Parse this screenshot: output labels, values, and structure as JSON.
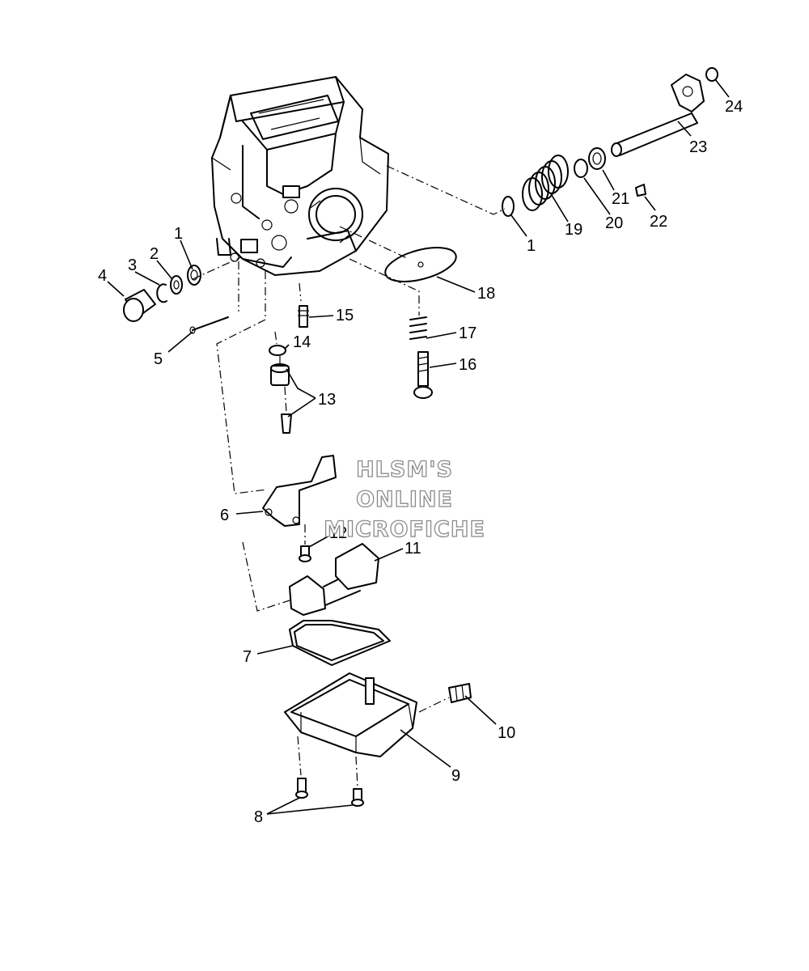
{
  "watermark": {
    "line1": "HLSM'S",
    "line2": "ONLINE",
    "line3": "MICROFICHE"
  },
  "callouts": {
    "c1a": "1",
    "c1b": "1",
    "c2": "2",
    "c3": "3",
    "c4": "4",
    "c5": "5",
    "c6": "6",
    "c7": "7",
    "c8": "8",
    "c9": "9",
    "c10": "10",
    "c11": "11",
    "c12": "12",
    "c13": "13",
    "c14": "14",
    "c15": "15",
    "c16": "16",
    "c17": "17",
    "c18": "18",
    "c19": "19",
    "c20": "20",
    "c21": "21",
    "c22": "22",
    "c23": "23",
    "c24": "24"
  }
}
